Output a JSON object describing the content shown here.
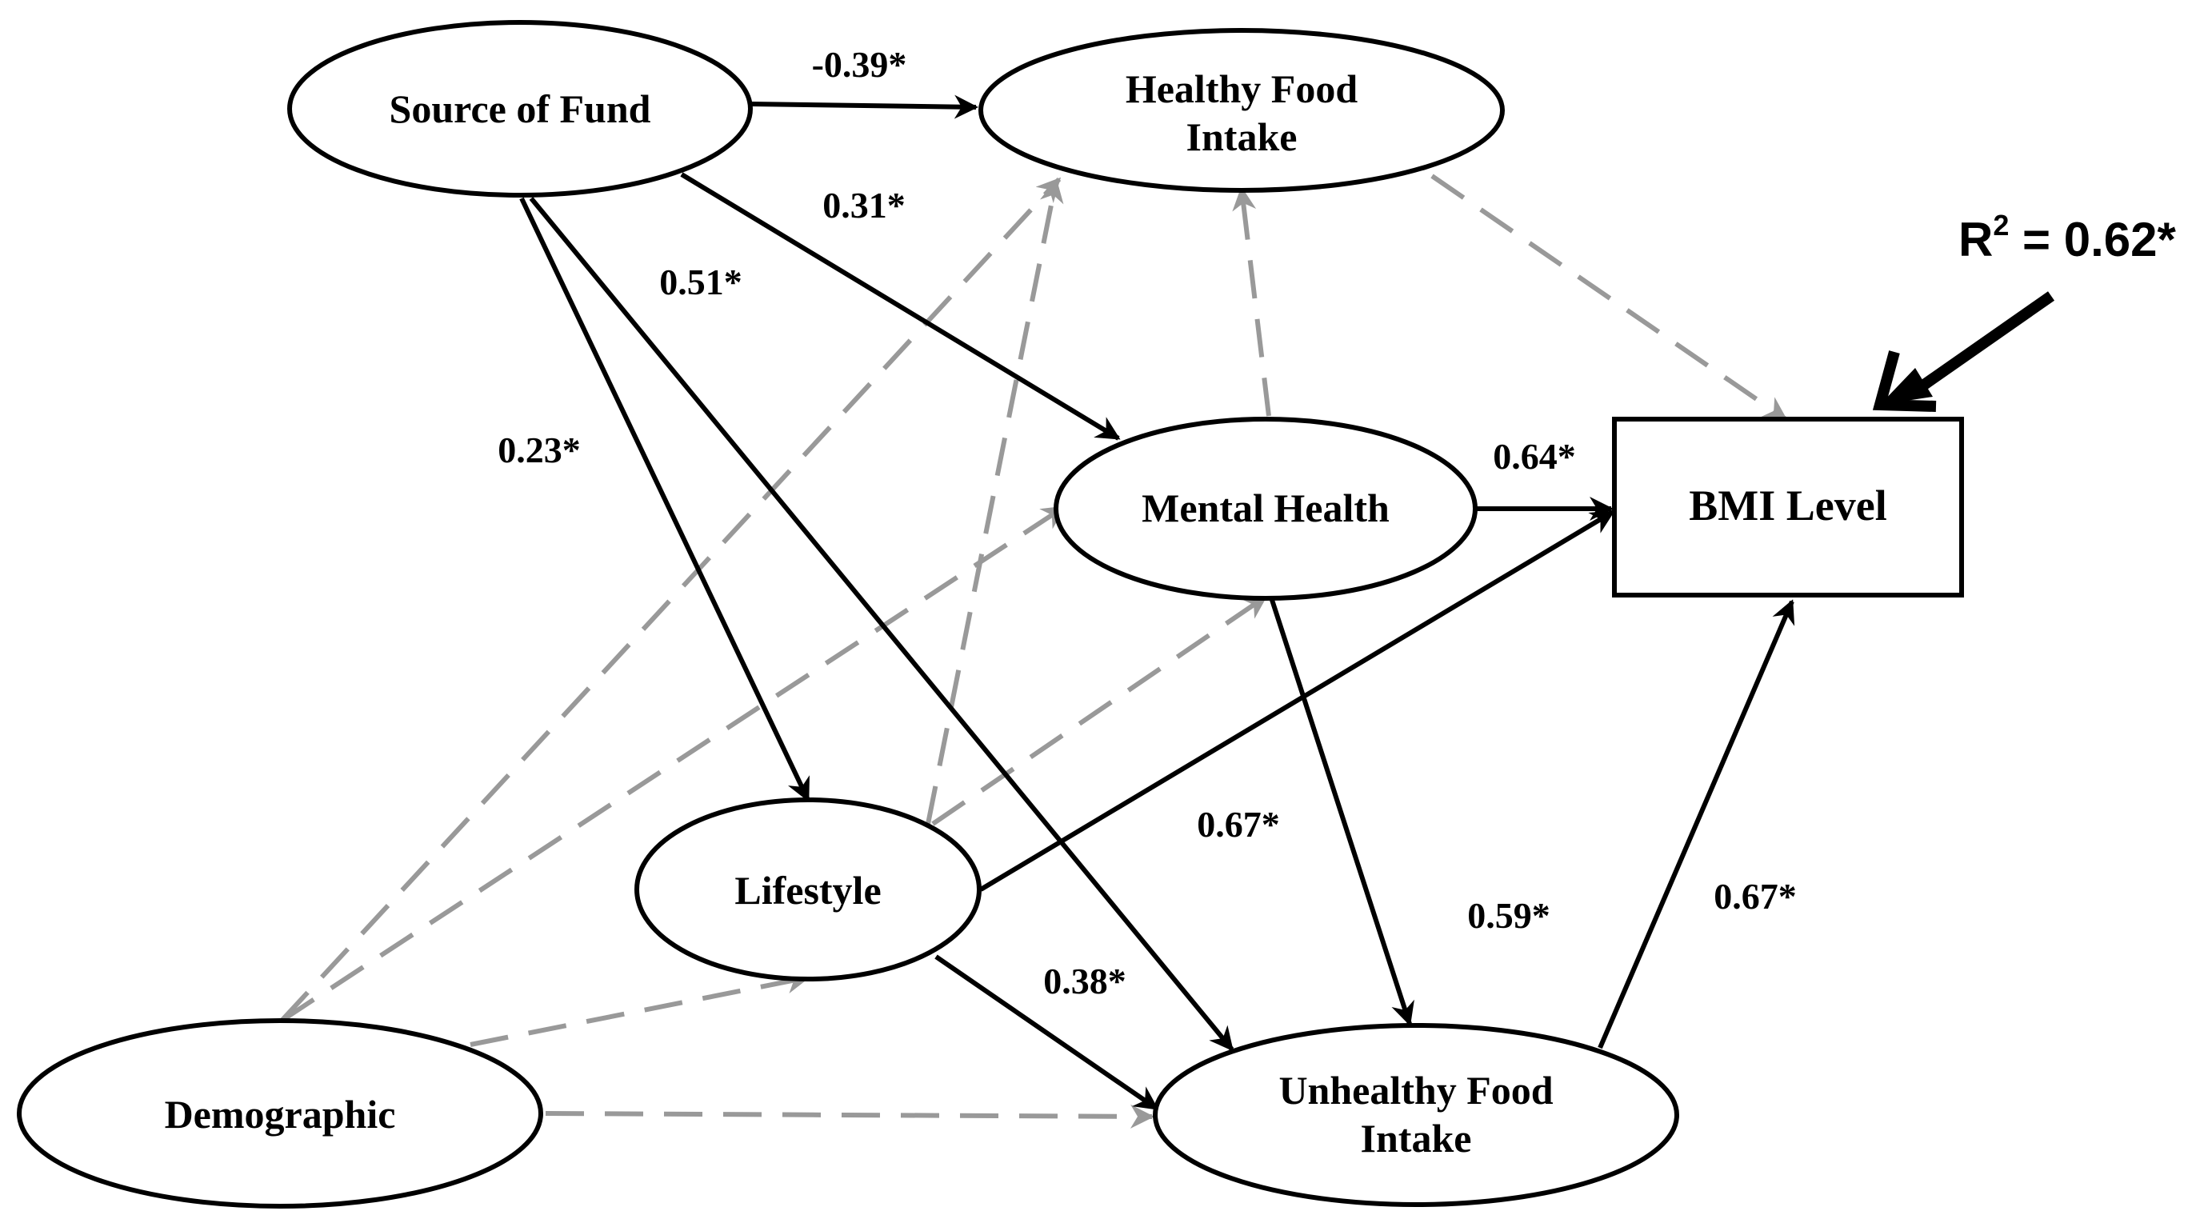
{
  "nodes": {
    "source_of_fund": {
      "lines": [
        "Source of Fund"
      ]
    },
    "healthy_food": {
      "lines": [
        "Healthy Food",
        "Intake"
      ]
    },
    "mental_health": {
      "lines": [
        "Mental Health"
      ]
    },
    "bmi": {
      "lines": [
        "BMI Level"
      ]
    },
    "lifestyle": {
      "lines": [
        "Lifestyle"
      ]
    },
    "demographic": {
      "lines": [
        "Demographic"
      ]
    },
    "unhealthy_food": {
      "lines": [
        "Unhealthy Food",
        "Intake"
      ]
    }
  },
  "paths": {
    "source_to_healthy": {
      "from": "Source of Fund",
      "to": "Healthy Food Intake",
      "style": "solid",
      "coef": "-0.39*"
    },
    "source_to_mental": {
      "from": "Source of Fund",
      "to": "Mental Health",
      "style": "solid",
      "coef": "0.31*"
    },
    "source_to_unhealthy": {
      "from": "Source of Fund",
      "to": "Unhealthy Food Intake",
      "style": "solid",
      "coef": "0.51*"
    },
    "source_to_lifestyle": {
      "from": "Source of Fund",
      "to": "Lifestyle",
      "style": "solid",
      "coef": "0.23*"
    },
    "mental_to_bmi": {
      "from": "Mental Health",
      "to": "BMI Level",
      "style": "solid",
      "coef": "0.64*"
    },
    "lifestyle_to_bmi": {
      "from": "Lifestyle",
      "to": "BMI Level",
      "style": "solid",
      "coef": "0.67*"
    },
    "mental_to_unhealthy": {
      "from": "Mental Health",
      "to": "Unhealthy Food Intake",
      "style": "solid",
      "coef": "0.59*"
    },
    "unhealthy_to_bmi": {
      "from": "Unhealthy Food Intake",
      "to": "BMI Level",
      "style": "solid",
      "coef": "0.67*"
    },
    "lifestyle_to_unhealthy": {
      "from": "Lifestyle",
      "to": "Unhealthy Food Intake",
      "style": "solid",
      "coef": "0.38*"
    },
    "healthy_to_bmi": {
      "from": "Healthy Food Intake",
      "to": "BMI Level",
      "style": "dashed"
    },
    "mental_to_healthy": {
      "from": "Mental Health",
      "to": "Healthy Food Intake",
      "style": "dashed"
    },
    "lifestyle_to_healthy": {
      "from": "Lifestyle",
      "to": "Healthy Food Intake",
      "style": "dashed"
    },
    "lifestyle_to_mental": {
      "from": "Lifestyle",
      "to": "Mental Health",
      "style": "dashed"
    },
    "demographic_to_healthy": {
      "from": "Demographic",
      "to": "Healthy Food Intake",
      "style": "dashed"
    },
    "demographic_to_mental": {
      "from": "Demographic",
      "to": "Mental Health",
      "style": "dashed"
    },
    "demographic_to_lifestyle": {
      "from": "Demographic",
      "to": "Lifestyle",
      "style": "dashed"
    },
    "demographic_to_unhealthy": {
      "from": "Demographic",
      "to": "Unhealthy Food Intake",
      "style": "dashed"
    }
  },
  "r_squared": {
    "prefix": "R",
    "superscript": "2",
    "suffix": " = 0.62*"
  },
  "colors": {
    "significant": "#000000",
    "non_significant": "#999999",
    "background": "#ffffff"
  }
}
